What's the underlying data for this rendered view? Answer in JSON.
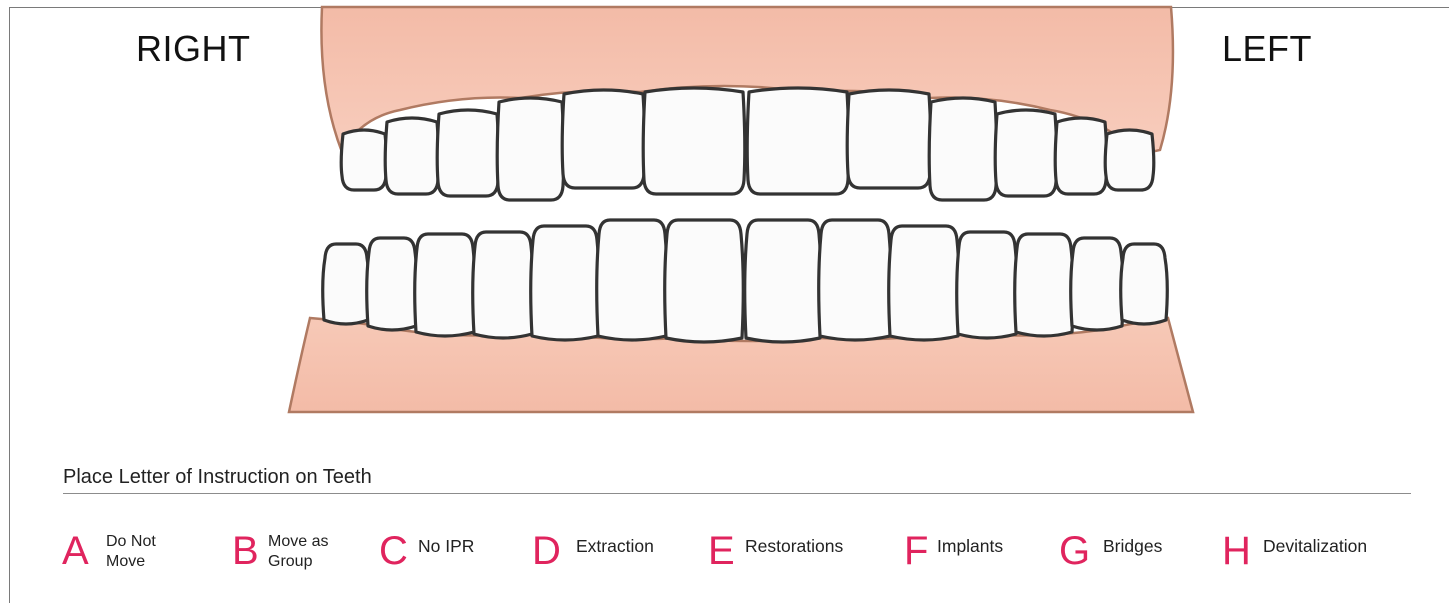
{
  "labels": {
    "right": "RIGHT",
    "left": "LEFT"
  },
  "instruction_title": "Place Letter of Instruction on Teeth",
  "legend": [
    {
      "letter": "A",
      "text": "Do Not Move"
    },
    {
      "letter": "B",
      "text": "Move as Group"
    },
    {
      "letter": "C",
      "text": "No IPR"
    },
    {
      "letter": "D",
      "text": "Extraction"
    },
    {
      "letter": "E",
      "text": "Restorations"
    },
    {
      "letter": "F",
      "text": "Implants"
    },
    {
      "letter": "G",
      "text": "Bridges"
    },
    {
      "letter": "H",
      "text": "Devitalization"
    }
  ],
  "colors": {
    "accent_letters": "#e0245e",
    "gum_fill": "#f6c6b4",
    "gum_outline": "#b07a62",
    "tooth_fill": "#fbfbfb",
    "tooth_outline": "#333333",
    "frame_line": "#7a7a7a"
  }
}
